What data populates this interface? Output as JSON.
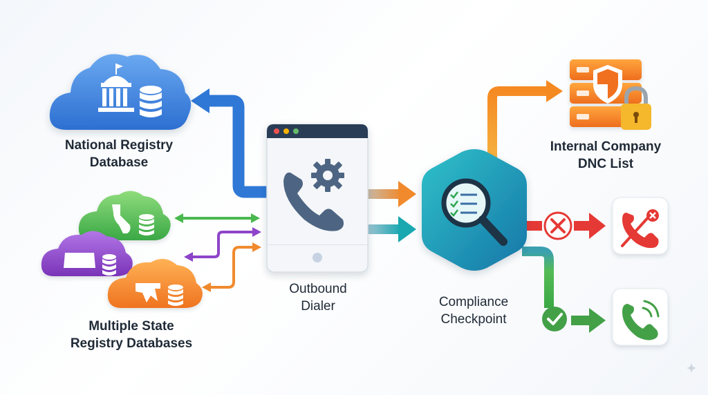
{
  "nodes": {
    "national_registry": {
      "line1": "National Registry",
      "line2": "Database"
    },
    "state_registries": {
      "line1": "Multiple State",
      "line2": "Registry Databases"
    },
    "outbound_dialer": {
      "line1": "Outbound",
      "line2": "Dialer"
    },
    "compliance_checkpoint": {
      "line1": "Compliance",
      "line2": "Checkpoint"
    },
    "internal_dnc_list": {
      "line1": "Internal Company",
      "line2": "DNC List"
    }
  },
  "outcomes": {
    "blocked": {
      "icon": "phone-declined-icon",
      "status_icon": "x-circle-icon",
      "color": "#e53935"
    },
    "allowed": {
      "icon": "phone-ringing-icon",
      "status_icon": "check-circle-icon",
      "color": "#43a047"
    }
  },
  "colors": {
    "national_cloud": "#3f86e0",
    "state_green": "#5fc35f",
    "state_purple": "#8e44c9",
    "state_orange": "#f2892c",
    "hexagon": "#1a9fb2",
    "server_orange": "#f28a25"
  }
}
